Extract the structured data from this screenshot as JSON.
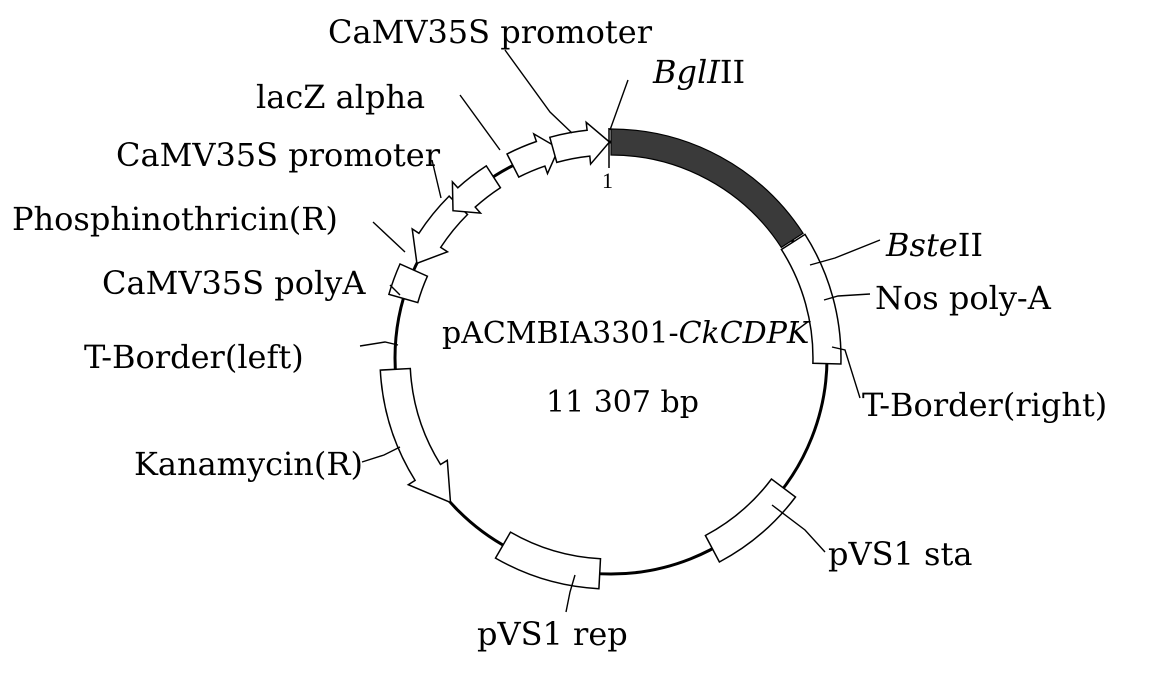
{
  "plasmid": {
    "name_plain": "pACMBIA3301-",
    "name_italic": "CkCDPK",
    "size": "11 307 bp",
    "origin_label": "1"
  },
  "sites": {
    "bglII": {
      "italic": "Bgl",
      "italic2": "I",
      "roman": "II"
    },
    "bsteII": {
      "italic": "Bste",
      "roman": "II"
    }
  },
  "features": [
    {
      "id": "camv35s-promoter-top",
      "label": "CaMV35S promoter"
    },
    {
      "id": "lacz-alpha",
      "label": "lacZ alpha"
    },
    {
      "id": "camv35s-promoter-2",
      "label": "CaMV35S promoter"
    },
    {
      "id": "phosphinothricin",
      "label": "Phosphinothricin(R)"
    },
    {
      "id": "camv35s-polya",
      "label": "CaMV35S polyA"
    },
    {
      "id": "t-border-left",
      "label": "T-Border(left)"
    },
    {
      "id": "kanamycin",
      "label": "Kanamycin(R)"
    },
    {
      "id": "pvs1-rep",
      "label": "pVS1 rep"
    },
    {
      "id": "pvs1-sta",
      "label": "pVS1 sta"
    },
    {
      "id": "t-border-right",
      "label": "T-Border(right)"
    },
    {
      "id": "nos-polya",
      "label": "Nos poly-A"
    }
  ],
  "colors": {
    "insert": "#3a3a3a",
    "backbone": "#000000"
  }
}
